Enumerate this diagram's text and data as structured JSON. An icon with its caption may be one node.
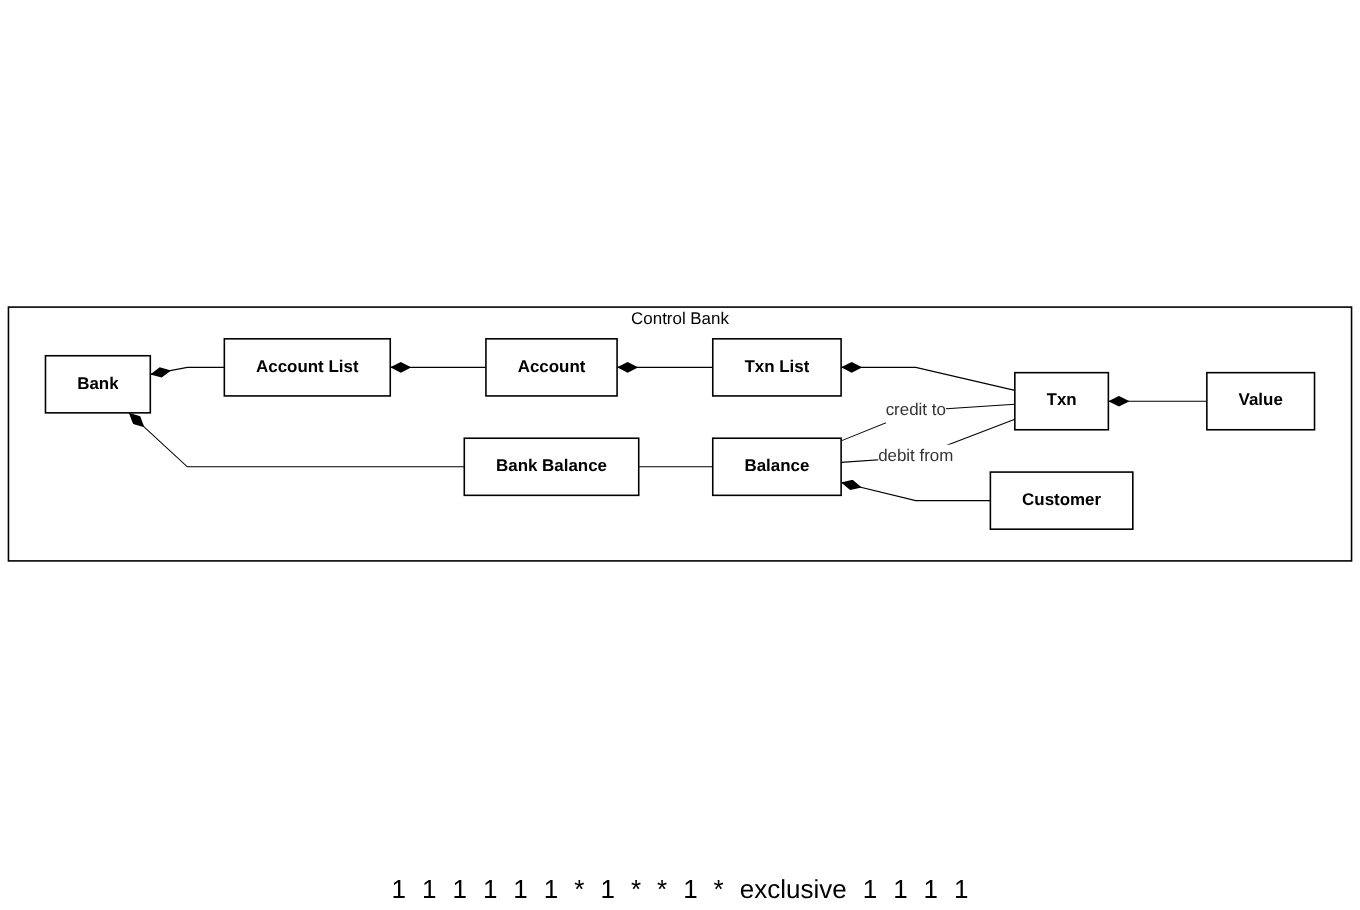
{
  "diagram": {
    "nodes": [
      {
        "text": [
          "Control Bank"
        ]
      },
      {
        "text": [
          "Bank"
        ],
        "in": 0
      },
      {
        "text": [
          "Account List"
        ],
        "in": 0
      },
      {
        "text": [
          "Account"
        ],
        "in": 0
      },
      {
        "text": [
          "Bank Balance"
        ],
        "in": 0
      },
      {
        "text": [
          "Balance"
        ],
        "in": 0
      },
      {
        "text": [
          "Txn List"
        ],
        "in": 0
      },
      {
        "text": [
          "Txn"
        ],
        "in": 0
      },
      {
        "text": [
          "Customer"
        ],
        "in": 0
      },
      {
        "text": [
          "Value"
        ],
        "in": 0
      }
    ],
    "edges": [
      {
        "from": 1,
        "to": 2,
        "arrow": "other"
      },
      {
        "from": 1,
        "to": 4,
        "arrow": "other"
      },
      {
        "from": 2,
        "to": 3,
        "arrow": "other"
      },
      {
        "from": 3,
        "to": 6,
        "arrow": "other"
      },
      {
        "from": 4,
        "to": 5,
        "arrow": "none"
      },
      {
        "from": 5,
        "to": 7,
        "arrow": "none",
        "label": "credit to"
      },
      {
        "from": 5,
        "to": 7,
        "arrow": "none",
        "label": "debit from"
      },
      {
        "from": 6,
        "to": 7,
        "arrow": "other"
      },
      {
        "from": 5,
        "to": 8,
        "arrow": "other"
      },
      {
        "from": 7,
        "to": 9,
        "arrow": "other"
      }
    ],
    "labels": [
      "1",
      "1",
      "1",
      "1",
      "1",
      "1",
      "*",
      "1",
      "*",
      "*",
      "1",
      "*",
      "exclusive",
      "1",
      "1",
      "1",
      "1"
    ]
  }
}
